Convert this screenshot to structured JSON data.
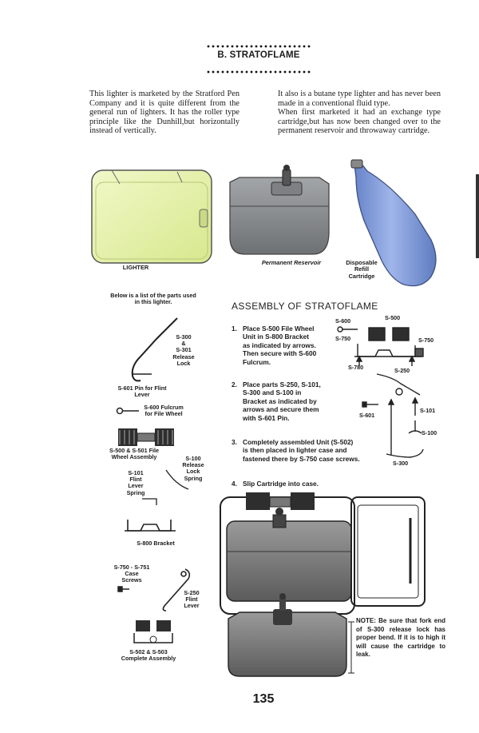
{
  "section": {
    "title": "B. STRATOFLAME"
  },
  "intro": {
    "left": "This lighter is marketed by the Stratford Pen Company and it is quite different from the general run of lighters. It has the roller type principle like the Dunhill,but horizontally instead of vertically.",
    "right_lines": [
      "It also is a butane type lighter and has never been made in a conventional fluid type.",
      "When first marketed it had an exchange type cartridge,but has now been changed over to the permanent reservoir and throwaway cartridge."
    ]
  },
  "photo_captions": {
    "lighter": "LIGHTER",
    "reservoir": "Permanent Reservoir",
    "cartridge": [
      "Disposable",
      "Refill",
      "Cartridge"
    ]
  },
  "parts_list": {
    "intro": [
      "Below is a list of the parts used",
      "in this lighter."
    ],
    "s300": [
      "S-300",
      "&",
      "S-301",
      "Release",
      "Lock"
    ],
    "s601": "S-601 Pin for Flint Lever",
    "s600": [
      "S-600 Fulcrum",
      "for File Wheel"
    ],
    "s500": [
      "S-500 & S-501 File",
      "Wheel Assembly"
    ],
    "s100": [
      "S-100",
      "Release",
      "Lock",
      "Spring"
    ],
    "s101": [
      "S-101",
      "Flint",
      "Lever",
      "Spring"
    ],
    "s800": "S-800 Bracket",
    "s750": [
      "S-750 - S-751",
      "Case",
      "Screws"
    ],
    "s250": [
      "S-250",
      "Flint",
      "Lever"
    ],
    "s502": [
      "S-502 & S-503",
      "Complete Assembly"
    ]
  },
  "assembly": {
    "heading": "ASSEMBLY OF STRATOFLAME",
    "steps": [
      {
        "num": "1.",
        "lines": [
          "Place S-500 File Wheel",
          "Unit in S-800 Bracket",
          "as indicated by arrows.",
          "Then secure with S-600",
          "Fulcrum."
        ]
      },
      {
        "num": "2.",
        "lines": [
          "Place parts S-250, S-101,",
          "S-300 and S-100 in",
          "Bracket as indicated by",
          "arrows and secure them",
          "with S-601 Pin."
        ]
      },
      {
        "num": "3.",
        "lines": [
          "Completely assembled Unit (S-502)",
          "is then placed in lighter case and",
          "fastened there by S-750 case screws."
        ]
      },
      {
        "num": "4.",
        "lines": [
          "Slip Cartridge into case."
        ]
      }
    ],
    "diagram_labels": {
      "s600": "S-600",
      "s500": "S-500",
      "s750a": "S-750",
      "s750b": "S-750",
      "s780": "S-780",
      "s250": "S-250",
      "s601": "S-601",
      "s101": "S-101",
      "s100": "S-100",
      "s300": "S-300"
    }
  },
  "note": "NOTE: Be sure that fork end of S-300 release lock has proper bend. If it is to high it will cause the cartridge to leak.",
  "page_number": "135",
  "colors": {
    "lighter": "#e3f0a6",
    "reservoir": "#8a8d8e",
    "cartridge": "#7f9bd8"
  }
}
